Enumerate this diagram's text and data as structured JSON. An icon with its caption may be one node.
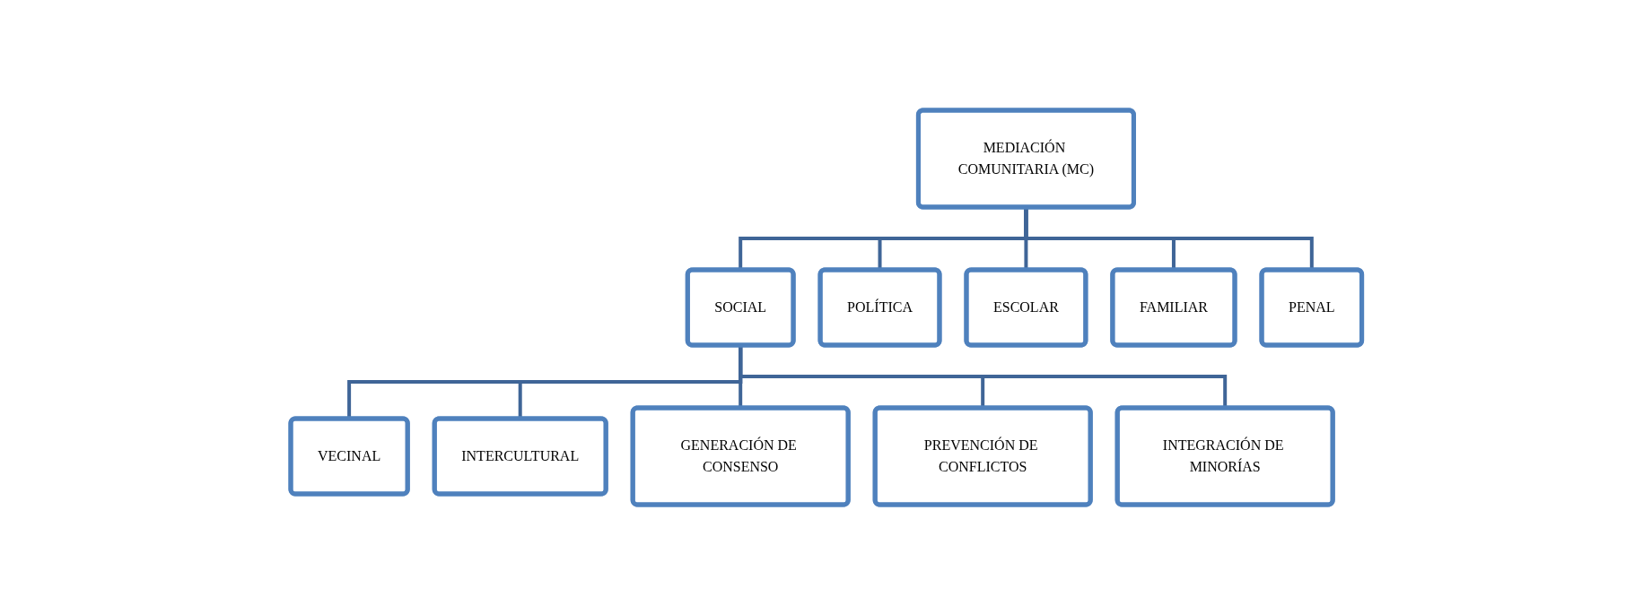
{
  "diagram": {
    "nodes": [
      {
        "text": [
          "MEDIACIÓN COMUNITARIA (MC)"
        ]
      },
      {
        "text": [
          "SOCIAL"
        ]
      },
      {
        "text": [
          "POLÍTICA"
        ]
      },
      {
        "text": [
          "ESCOLAR"
        ]
      },
      {
        "text": [
          "FAMILIAR"
        ]
      },
      {
        "text": [
          "PENAL"
        ]
      },
      {
        "text": [
          "VECINAL"
        ]
      },
      {
        "text": [
          "INTERCULTURAL"
        ]
      },
      {
        "text": [
          "GENERACIÓN DE CONSENSO"
        ]
      },
      {
        "text": [
          "PREVENCIÓN DE CONFLICTOS"
        ]
      },
      {
        "text": [
          "INTEGRACIÓN DE MINORÍAS"
        ]
      }
    ],
    "edges": [
      {
        "from": 0,
        "to": 1,
        "arrow": "none"
      },
      {
        "from": 0,
        "to": 2,
        "arrow": "none"
      },
      {
        "from": 0,
        "to": 3,
        "arrow": "none"
      },
      {
        "from": 0,
        "to": 4,
        "arrow": "none"
      },
      {
        "from": 0,
        "to": 5,
        "arrow": "none"
      },
      {
        "from": 1,
        "to": 6,
        "arrow": "none"
      },
      {
        "from": 1,
        "to": 7,
        "arrow": "none"
      },
      {
        "from": 1,
        "to": 8,
        "arrow": "none"
      },
      {
        "from": 1,
        "to": 9,
        "arrow": "none"
      },
      {
        "from": 1,
        "to": 10,
        "arrow": "none"
      }
    ]
  }
}
